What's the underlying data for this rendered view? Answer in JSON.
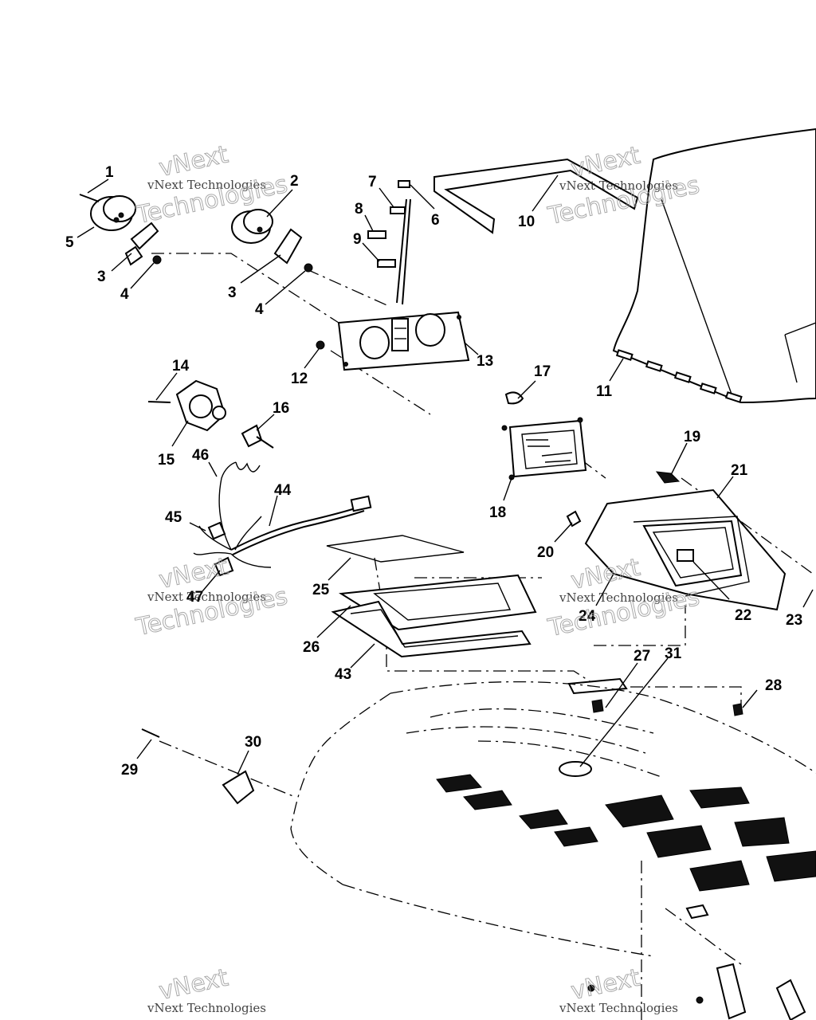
{
  "callouts": {
    "c1": "1",
    "c2": "2",
    "c3a": "3",
    "c3b": "3",
    "c4a": "4",
    "c4b": "4",
    "c5": "5",
    "c6": "6",
    "c7": "7",
    "c8": "8",
    "c9": "9",
    "c10": "10",
    "c11": "11",
    "c12": "12",
    "c13": "13",
    "c14": "14",
    "c15": "15",
    "c16": "16",
    "c17": "17",
    "c18": "18",
    "c19": "19",
    "c20": "20",
    "c21": "21",
    "c22": "22",
    "c23": "23",
    "c24": "24",
    "c25": "25",
    "c26": "26",
    "c27": "27",
    "c28": "28",
    "c29": "29",
    "c30": "30",
    "c31": "31",
    "c43": "43",
    "c44": "44",
    "c45": "45",
    "c46": "46",
    "c47": "47"
  },
  "watermark": {
    "small_text": "vNext Technologies",
    "line1": "vNext",
    "line2": "Technologies"
  }
}
